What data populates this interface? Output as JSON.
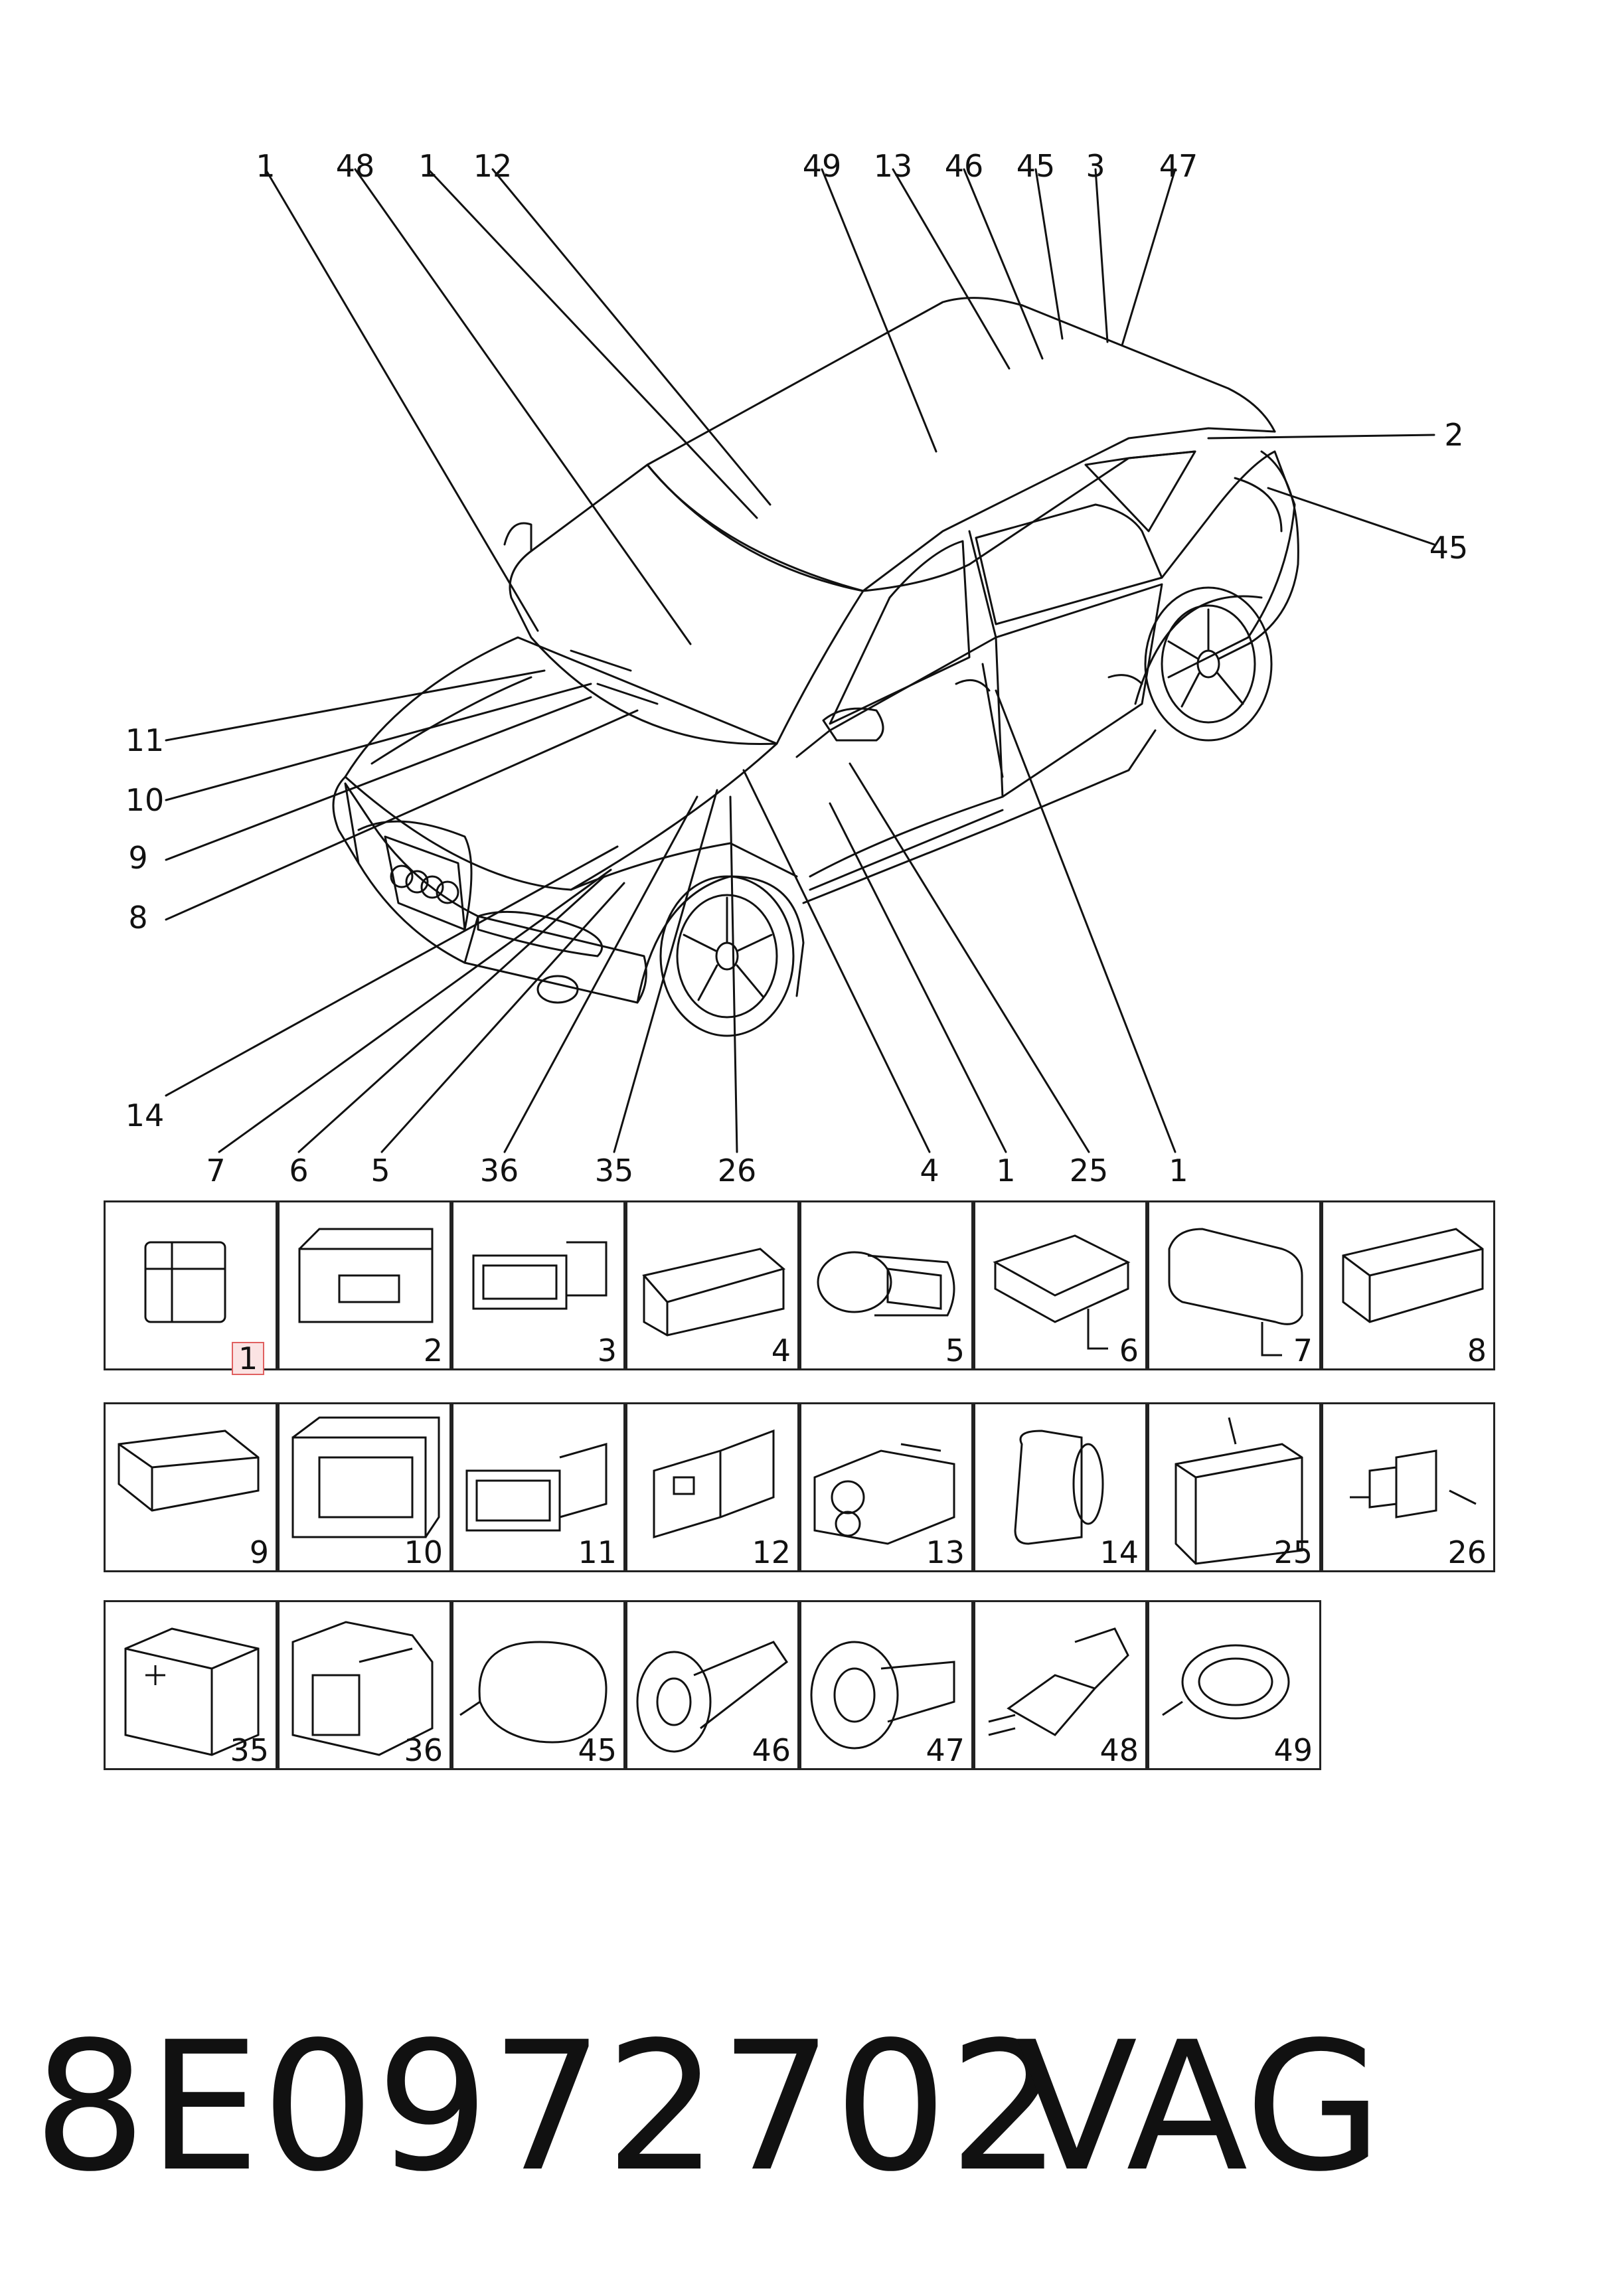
{
  "car_callouts": {
    "c_1a": "1",
    "c_48": "48",
    "c_1b": "1",
    "c_12": "12",
    "c_49": "49",
    "c_13": "13",
    "c_46": "46",
    "c_45a": "45",
    "c_3": "3",
    "c_47": "47",
    "c_2": "2",
    "c_45b": "45",
    "c_11": "11",
    "c_10": "10",
    "c_9": "9",
    "c_8": "8",
    "c_14": "14",
    "c_7": "7",
    "c_6": "6",
    "c_5": "5",
    "c_36": "36",
    "c_35": "35",
    "c_26": "26",
    "c_4": "4",
    "c_1c": "1",
    "c_25": "25",
    "c_1d": "1"
  },
  "connector_grid": {
    "row1": [
      "1",
      "2",
      "3",
      "4",
      "5",
      "6",
      "7",
      "8"
    ],
    "row2": [
      "9",
      "10",
      "11",
      "12",
      "13",
      "14",
      "25",
      "26"
    ],
    "row3": [
      "35",
      "36",
      "45",
      "46",
      "47",
      "48",
      "49"
    ],
    "highlighted": "1",
    "highlight_color": "#e06060"
  },
  "footer": {
    "part_number": "8E0972702",
    "brand": "VAG"
  }
}
